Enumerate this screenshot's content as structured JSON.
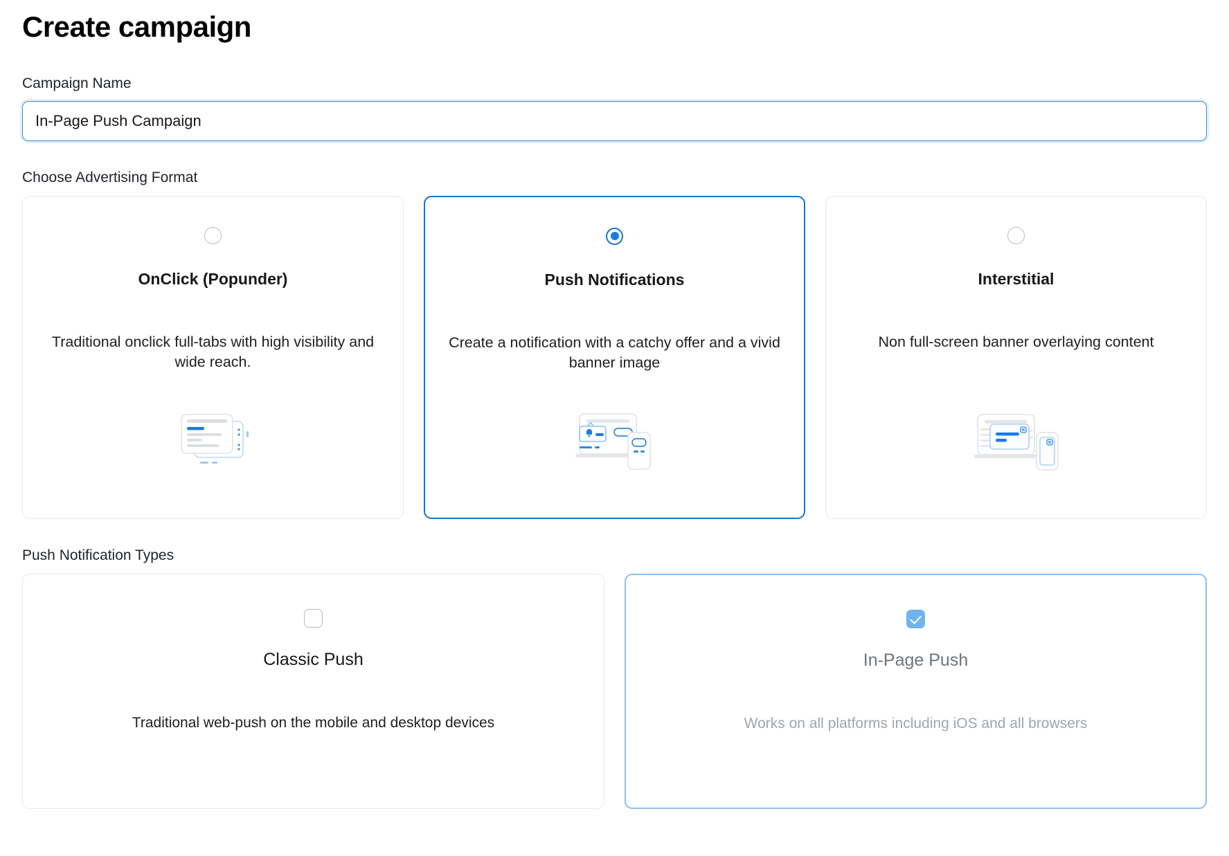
{
  "page": {
    "title": "Create campaign"
  },
  "campaign_name": {
    "label": "Campaign Name",
    "value": "In-Page Push Campaign",
    "placeholder": "Campaign Name"
  },
  "advertising_format": {
    "label": "Choose Advertising Format",
    "selected": "Push Notifications",
    "options": [
      {
        "title": "OnClick (Popunder)",
        "description": "Traditional onclick full-tabs with high visibility and wide reach.",
        "selected": false,
        "icon": "stacked-browser-windows-icon"
      },
      {
        "title": "Push Notifications",
        "description": "Create a notification with a catchy offer and a vivid banner image",
        "selected": true,
        "icon": "laptop-phone-notification-icon"
      },
      {
        "title": "Interstitial",
        "description": "Non full-screen banner overlaying content",
        "selected": false,
        "icon": "laptop-phone-overlay-icon"
      }
    ]
  },
  "push_notification_types": {
    "label": "Push Notification Types",
    "options": [
      {
        "title": "Classic Push",
        "description": "Traditional web-push on the mobile and desktop devices",
        "checked": false
      },
      {
        "title": "In-Page Push",
        "description": "Works on all platforms including iOS and all browsers",
        "checked": true
      }
    ]
  },
  "colors": {
    "accent_blue": "#1673c4",
    "radio_blue": "#1a7ae8",
    "light_blue_border": "#8cc0ee",
    "checkbox_blue": "#6fb3ef",
    "input_border": "#3f8ccb",
    "card_border": "#e9eaec",
    "muted_text": "#a0a5aa"
  }
}
